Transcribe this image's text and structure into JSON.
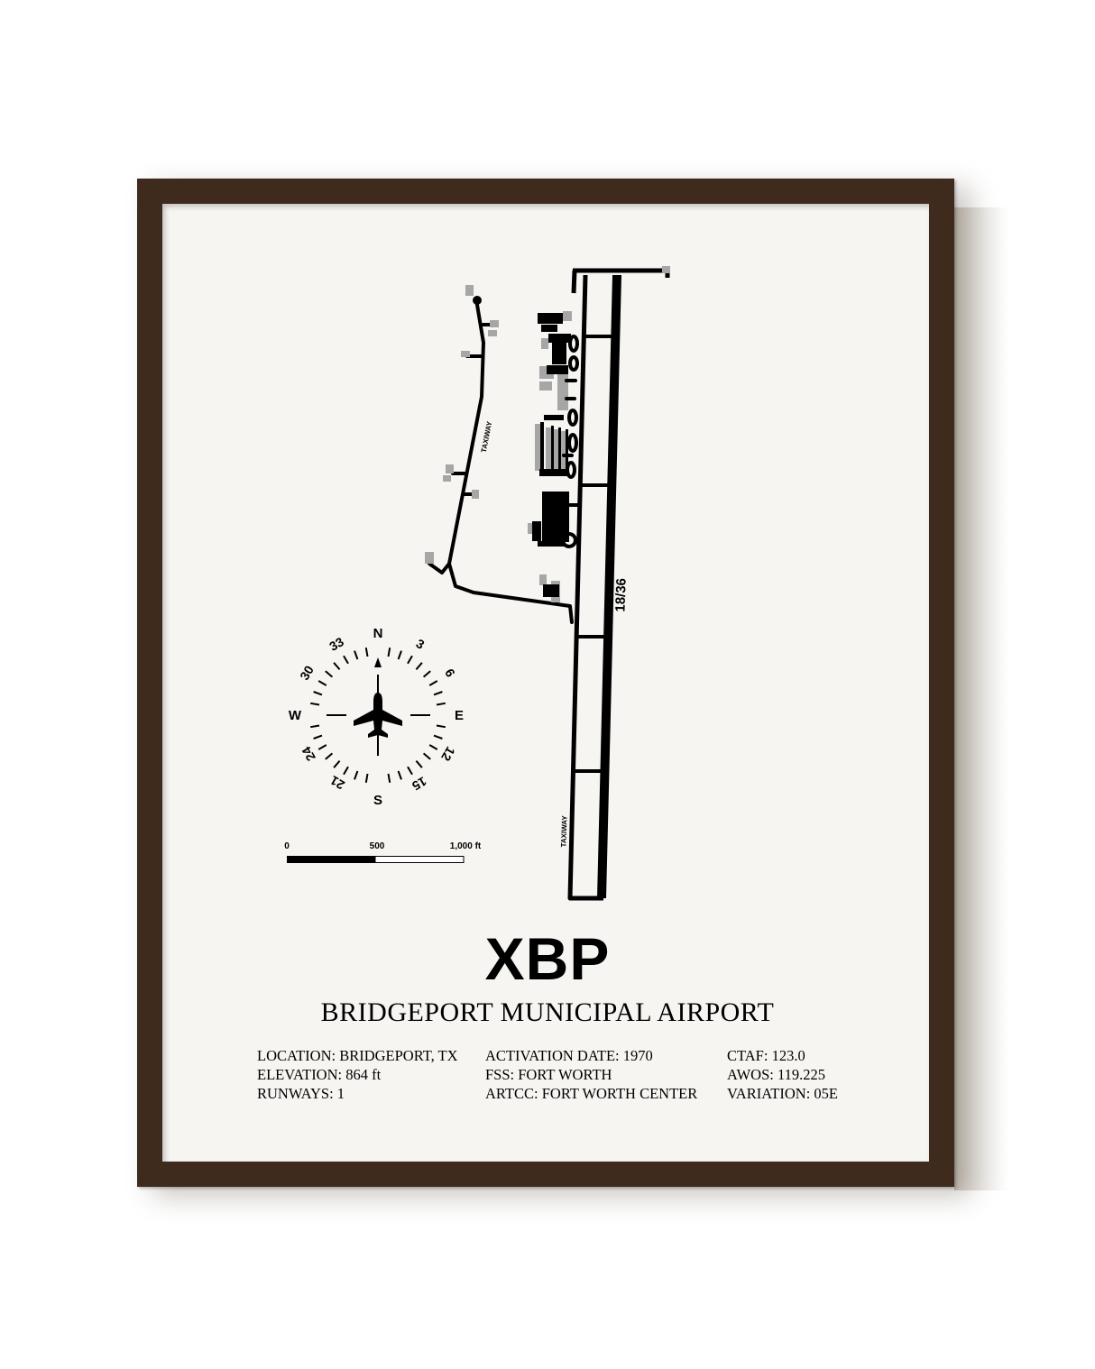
{
  "airport": {
    "code": "XBP",
    "name": "BRIDGEPORT MUNICIPAL AIRPORT",
    "runway_label": "18/36",
    "taxiway_label": "TAXIWAY"
  },
  "compass": {
    "N": "N",
    "E": "E",
    "S": "S",
    "W": "W",
    "d3": "3",
    "d6": "6",
    "d12": "12",
    "d15": "15",
    "d21": "21",
    "d24": "24",
    "d30": "30",
    "d33": "33"
  },
  "scale": {
    "zero": "0",
    "mid": "500",
    "end": "1,000 ft"
  },
  "info": {
    "col1": [
      "LOCATION: BRIDGEPORT, TX",
      "ELEVATION: 864 ft",
      "RUNWAYS: 1"
    ],
    "col2": [
      "ACTIVATION DATE: 1970",
      "FSS: FORT WORTH",
      "ARTCC: FORT WORTH CENTER"
    ],
    "col3": [
      "CTAF: 123.0",
      "AWOS: 119.225",
      "VARIATION: 05E"
    ]
  },
  "colors": {
    "frame": "#3f2a1e",
    "paper": "#f7f5f2",
    "ink": "#000000",
    "building_gray": "#a6a6a6"
  }
}
